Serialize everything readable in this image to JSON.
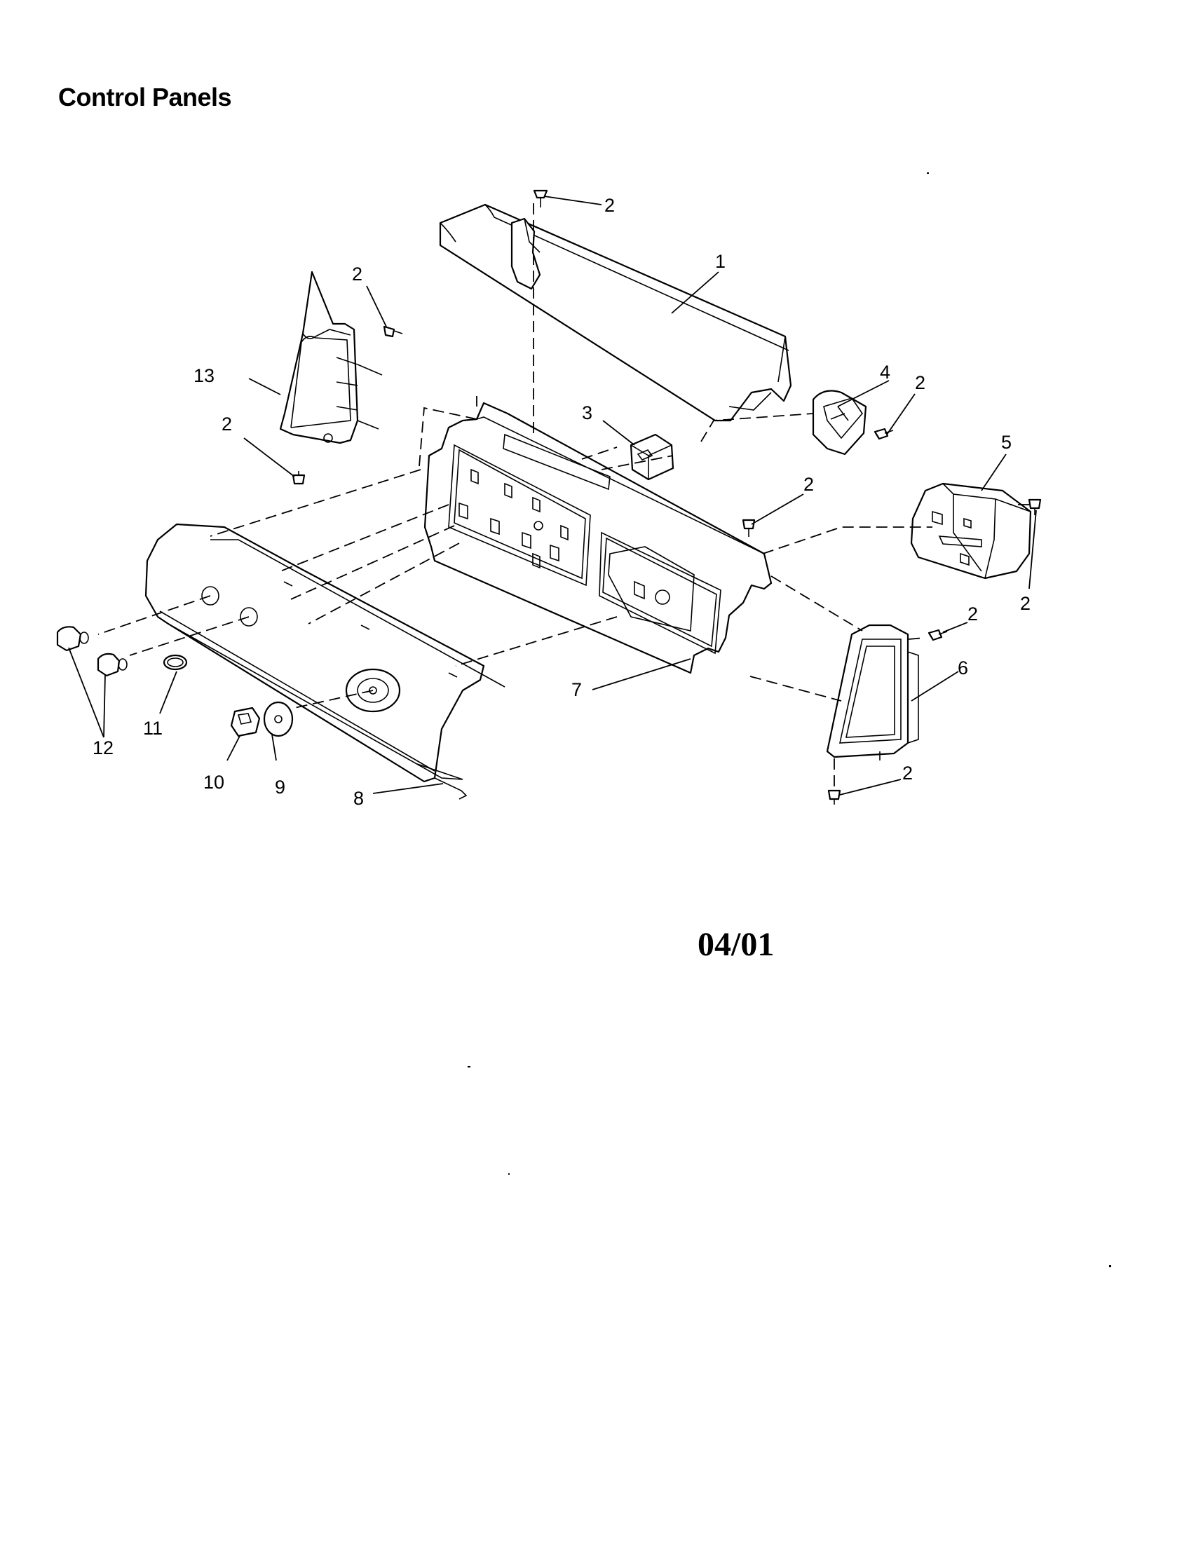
{
  "title": "Control Panels",
  "date_code": "04/01",
  "colors": {
    "ink": "#000000",
    "paper": "#ffffff"
  },
  "callouts": [
    {
      "id": "c1",
      "label": "1"
    },
    {
      "id": "c2a",
      "label": "2"
    },
    {
      "id": "c2b",
      "label": "2"
    },
    {
      "id": "c2c",
      "label": "2"
    },
    {
      "id": "c2d",
      "label": "2"
    },
    {
      "id": "c2e",
      "label": "2"
    },
    {
      "id": "c2f",
      "label": "2"
    },
    {
      "id": "c2g",
      "label": "2"
    },
    {
      "id": "c2h",
      "label": "2"
    },
    {
      "id": "c3",
      "label": "3"
    },
    {
      "id": "c4",
      "label": "4"
    },
    {
      "id": "c5",
      "label": "5"
    },
    {
      "id": "c6",
      "label": "6"
    },
    {
      "id": "c7",
      "label": "7"
    },
    {
      "id": "c8",
      "label": "8"
    },
    {
      "id": "c9",
      "label": "9"
    },
    {
      "id": "c10",
      "label": "10"
    },
    {
      "id": "c11",
      "label": "11"
    },
    {
      "id": "c12",
      "label": "12"
    },
    {
      "id": "c13",
      "label": "13"
    }
  ]
}
